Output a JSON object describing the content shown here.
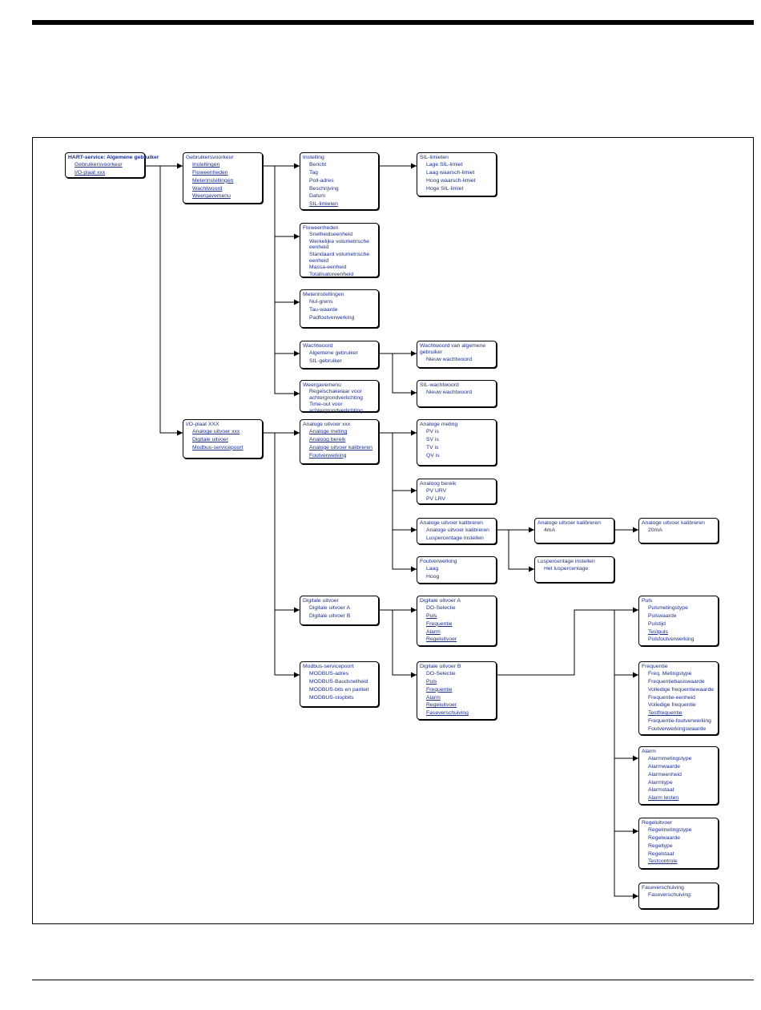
{
  "boxes": {
    "hart": {
      "title": "HART-service: Algemene gebruiker",
      "items": [
        "Gebruikersvoorkeur",
        "I/O-plaat xxx"
      ]
    },
    "gebruikersvoorkeur": {
      "title": "Gebruikersvoorkeur",
      "items": [
        "Instellingen",
        "Floweenheden",
        "Meterinstellingen",
        "Wachtwoord",
        "Weergavemenu"
      ]
    },
    "io_plaat": {
      "title": "I/O-plaat XXX",
      "items": [
        "Analoge uitvoer xxx",
        "Digitale uitvoer",
        "Modbus-servicepoort"
      ]
    },
    "instelling": {
      "title": "Instelling",
      "items": [
        "Bericht",
        "Tag",
        "Poll-adres",
        "Beschrijving",
        "Datum",
        "SIL-limieten"
      ]
    },
    "sil_limieten": {
      "title": "SIL-limieten",
      "items": [
        "Lage SIL-limiet",
        "Laag waarsch-limiet",
        "Hoog waarsch-limiet",
        "Hoge SIL-limiet"
      ]
    },
    "floweenheden": {
      "title": "Floweenheden",
      "items": [
        "Snelheidseenheid",
        "Werkelijke volumetrische eenheid",
        "Standaard volumetrische eenheid",
        "Massa-eenheid",
        "Totalisatoreenheid"
      ]
    },
    "meterinstellingen": {
      "title": "Meterinstellingen",
      "items": [
        "Nul-grens",
        "Tau-waarde",
        "Padfoutverwerking"
      ]
    },
    "wachtwoord": {
      "title": "Wachtwoord",
      "items": [
        "Algemene gebruiker",
        "SIL-gebruiker"
      ]
    },
    "ww_algemeen": {
      "title": "Wachtwoord van algemene gebruiker",
      "items": [
        "Nieuw wachtwoord"
      ]
    },
    "sil_wachtwoord": {
      "title": "SIL-wachtwoord",
      "items": [
        "Nieuw wachtwoord"
      ]
    },
    "weergavemenu": {
      "title": "Weergavemenu",
      "items": [
        "Regelschakelaar voor achtergrondverlichting",
        "Time-out voor achtergrondverlichting"
      ]
    },
    "analoge_uitvoer": {
      "title": "Analoge uitvoer xxx",
      "items": [
        "Analoge meting",
        "Analoog bereik",
        "Analoge uitvoer kalibreren",
        "Foutverwerking"
      ]
    },
    "analoge_meting": {
      "title": "Analoge meting",
      "items": [
        "PV is",
        "SV is",
        "TV is",
        "QV is"
      ]
    },
    "analoog_bereik": {
      "title": "Analoog bereik",
      "items": [
        "PV URV",
        "PV LRV"
      ]
    },
    "kalibreren": {
      "title": "Analoge uitvoer kalibreren",
      "items": [
        "Analoge uitvoer kalibreren",
        "Luspercentage instellen"
      ]
    },
    "kal_4ma": {
      "title": "Analoge uitvoer kalibreren",
      "items": [
        "4mA"
      ]
    },
    "kal_20ma": {
      "title": "Analoge uitvoer kalibreren",
      "items": [
        "20mA"
      ]
    },
    "luspercentage": {
      "title": "Luspercentage instellen",
      "items": [
        "Het luspercentage:"
      ]
    },
    "foutverwerking": {
      "title": "Foutverwerking",
      "items": [
        "Laag",
        "Hoog"
      ]
    },
    "digitale_uitvoer": {
      "title": "Digitale uitvoer",
      "items": [
        "Digitale uitvoer A",
        "Digitale uitvoer B"
      ]
    },
    "dig_a": {
      "title": "Digitale uitvoer A",
      "items": [
        "DO-Selectie",
        "Puls",
        "Frequentie",
        "Alarm",
        "Regeluitvoer"
      ]
    },
    "dig_b": {
      "title": "Digitale uitvoer B",
      "items": [
        "DO-Selectie",
        "Puls",
        "Frequentie",
        "Alarm",
        "Regeluitvoer",
        "Faseverschuiving"
      ]
    },
    "modbus": {
      "title": "Modbus-servicepoort",
      "items": [
        "MODBUS-adres",
        "MODBUS-Baudsnelheid",
        "MODBUS-bits en pariteit",
        "MODBUS-stopbits"
      ]
    },
    "puls": {
      "title": "Puls",
      "items": [
        "Pulsmetingstype",
        "Pulswaarde",
        "Pulstijd",
        "Testpuls",
        "Pulsfoutverwerking"
      ]
    },
    "frequentie": {
      "title": "Frequentie",
      "items": [
        "Freq. Metingstype",
        "Frequentiebasiswaarde",
        "Volledige frequentiewaarde",
        "Frequentie-eenheid",
        "Volledige frequentie",
        "Testfrequentie",
        "Frequentie-foutverwerking",
        "Foutverwerkingswaarde"
      ]
    },
    "alarm": {
      "title": "Alarm",
      "items": [
        "Alarmmetingstype",
        "Alarmwaarde",
        "Alarmeenheid",
        "Alarmtype",
        "Alarmstaat",
        "Alarm testen"
      ]
    },
    "regeluitvoer": {
      "title": "Regeluitvoer",
      "items": [
        "Regelmetingstype",
        "Regelwaarde",
        "Regeltype",
        "Regelstaat",
        "Testcontrole"
      ]
    },
    "faseverschuiving": {
      "title": "Faseverschuiving",
      "items": [
        "Faseverschuiving:"
      ]
    }
  }
}
